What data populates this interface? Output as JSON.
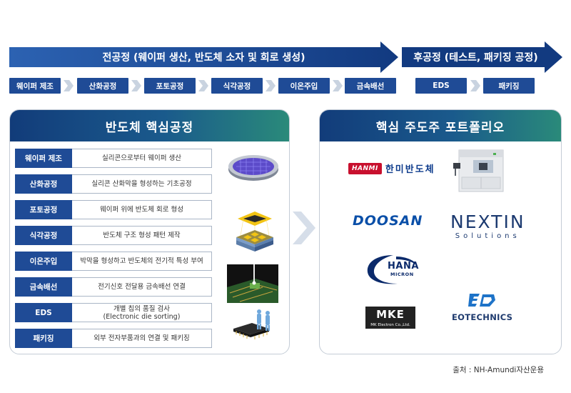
{
  "front_process": {
    "title": "전공정 (웨이퍼 생산, 반도체 소자 및 회로 생성)",
    "steps": [
      "웨이퍼 제조",
      "산화공정",
      "포토공정",
      "식각공정",
      "이온주입",
      "금속배선"
    ]
  },
  "back_process": {
    "title": "후공정 (테스트, 패키징 공정)",
    "steps": [
      "EDS",
      "패키징"
    ]
  },
  "core_process": {
    "title": "반도체 핵심공정",
    "rows": [
      {
        "label": "웨이퍼 제조",
        "desc": "실리콘으로부터 웨이퍼 생산"
      },
      {
        "label": "산화공정",
        "desc": "실리콘 산화막을 형성하는 기초공정"
      },
      {
        "label": "포토공정",
        "desc": "웨이퍼 위에 반도체 회로 형성"
      },
      {
        "label": "식각공정",
        "desc": "반도체 구조 형성 패턴 제작"
      },
      {
        "label": "이온주입",
        "desc": "박막을 형성하고 반도체의 전기적 특성 부여"
      },
      {
        "label": "금속배선",
        "desc": "전기신호 전달용 금속배선 연결"
      },
      {
        "label": "EDS",
        "desc_line1": "개별 칩의 품질 검사",
        "desc_line2": "(Electronic die sorting)"
      },
      {
        "label": "패키징",
        "desc": "외부 전자부품과의 연결 및 패키징"
      }
    ]
  },
  "portfolio": {
    "title": "핵심 주도주 포트폴리오",
    "hanmi_badge": "HANMI",
    "hanmi_name": "한미반도체",
    "doosan": "DOOSAN",
    "nextin_main": "NEXTIN",
    "nextin_sub": "Solutions",
    "hana_main": "HANA",
    "hana_sub": "MICRON",
    "mke_main": "MKE",
    "mke_sub": "MK Electron Co.,Ltd.",
    "eo_name": "EOTECHNICS"
  },
  "source": "출처 : NH-Amundi자산운용",
  "colors": {
    "primary_blue": "#1f4b96",
    "arrow_blue": "#163f86",
    "hanmi_red": "#c8102e"
  }
}
